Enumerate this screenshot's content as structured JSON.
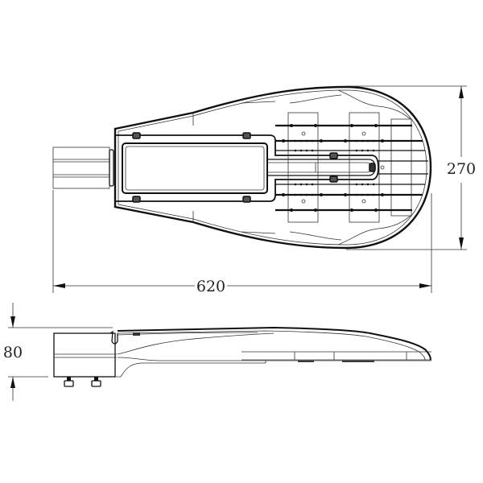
{
  "drawing": {
    "subject": "LED street light dimensional drawing",
    "views": [
      {
        "name": "top view"
      },
      {
        "name": "side view"
      }
    ],
    "dimensions": {
      "length": {
        "value": "620",
        "orientation": "horizontal"
      },
      "width": {
        "value": "270",
        "orientation": "vertical"
      },
      "height": {
        "value": "80",
        "orientation": "vertical"
      }
    },
    "colors": {
      "line": "#1a1a1a",
      "background": "#ffffff"
    }
  }
}
